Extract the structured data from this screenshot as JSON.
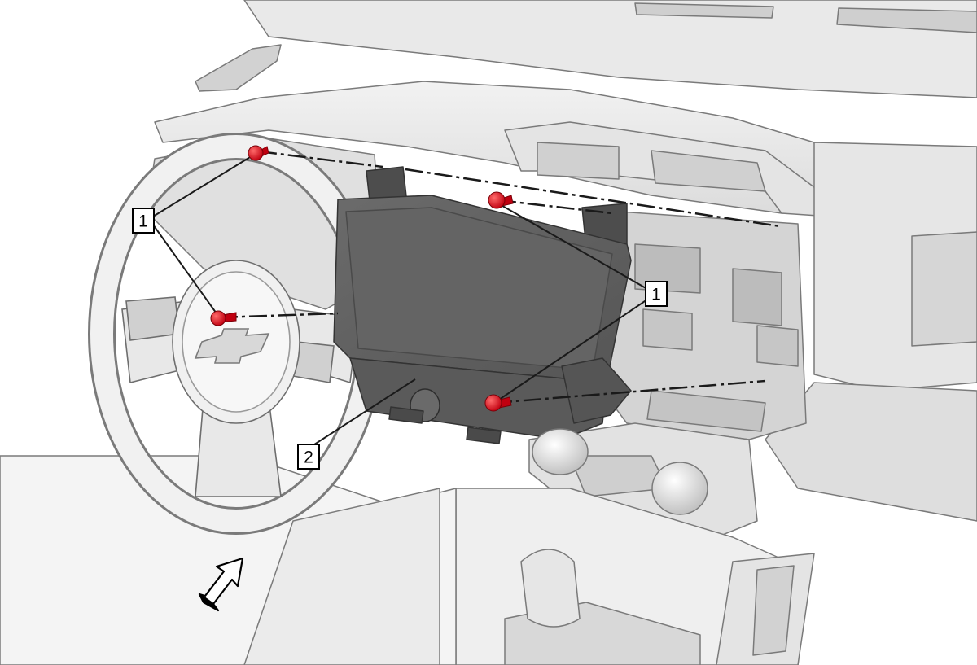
{
  "diagram": {
    "callouts": [
      {
        "id": "fastener-left",
        "label": "1"
      },
      {
        "id": "fastener-right",
        "label": "1"
      },
      {
        "id": "display-assembly",
        "label": "2"
      }
    ],
    "colors": {
      "fastener": "#d9141c",
      "display": "#5f5f5f",
      "line": "#1a1a1a",
      "panel": "#ececec"
    },
    "icons": [
      "direction-arrow-icon",
      "fastener-icon"
    ]
  }
}
